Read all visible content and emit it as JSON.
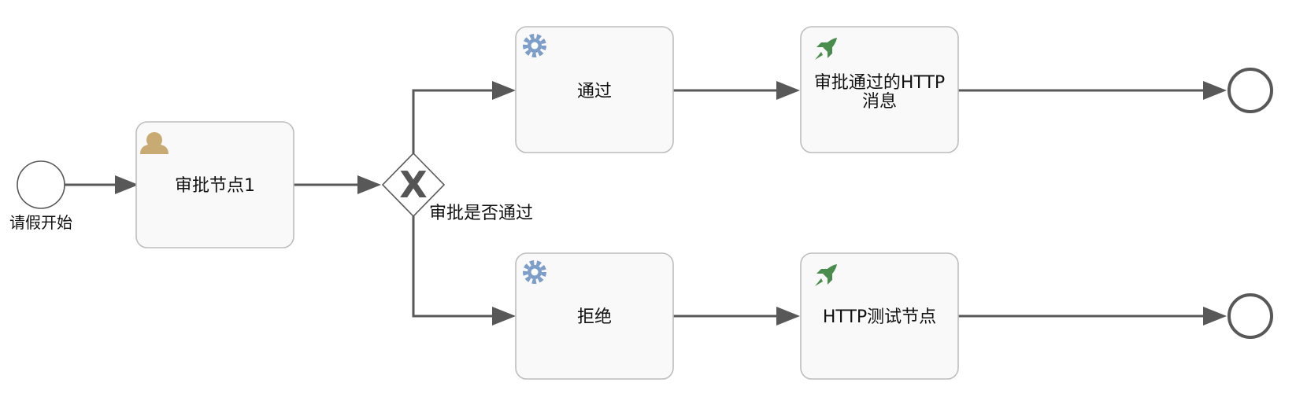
{
  "diagram": {
    "start_event": {
      "label": "请假开始"
    },
    "tasks": {
      "approval": {
        "label": "审批节点1",
        "icon": "user-icon"
      },
      "pass": {
        "label": "通过",
        "icon": "gear-icon"
      },
      "reject": {
        "label": "拒绝",
        "icon": "gear-icon"
      },
      "http_pass": {
        "label_lines": [
          "审批通过的HTTP",
          "消息"
        ],
        "icon": "rocket-icon"
      },
      "http_test": {
        "label": "HTTP测试节点",
        "icon": "rocket-icon"
      }
    },
    "gateway": {
      "label": "审批是否通过",
      "marker": "X"
    },
    "colors": {
      "user_icon": "#c8ab73",
      "gear_icon": "#7d9ec9",
      "rocket_icon": "#4a8c4e",
      "flow": "#585858"
    }
  }
}
